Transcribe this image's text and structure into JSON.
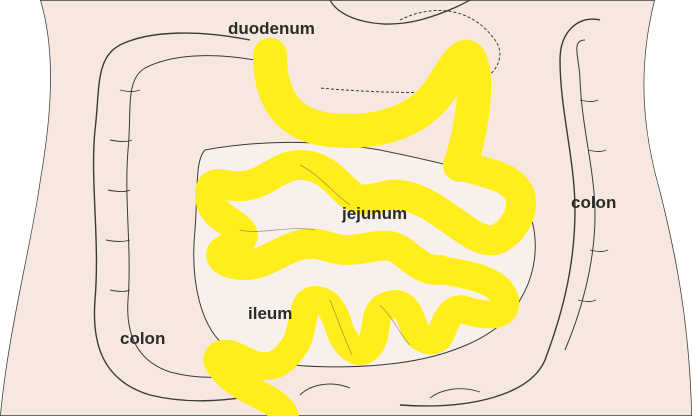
{
  "labels": {
    "duodenum": "duodenum",
    "jejunum": "jejunum",
    "colon_right": "colon",
    "ileum": "ileum",
    "colon_left": "colon"
  },
  "colors": {
    "skin": "#f7e8df",
    "skin_shadow": "#e8d0c2",
    "outline": "#3a3a3a",
    "intestine_fill": "#f7f0eb",
    "highlight": "#ffee1c",
    "highlight_edge": "#f2de00"
  }
}
